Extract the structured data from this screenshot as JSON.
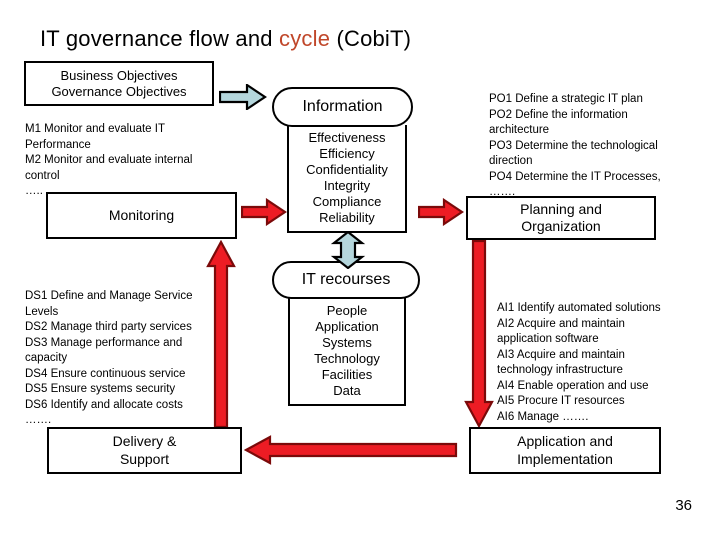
{
  "slide": {
    "title_main": "IT governance flow and ",
    "title_accent": "cycle",
    "title_tail": "  (CobiT)",
    "page_number": "36",
    "accent_color": "#C0472A",
    "arrow_red_fill": "#ED1C24",
    "arrow_red_stroke": "#7B0A0A",
    "arrow_blue_fill": "#B4D6DC",
    "arrow_blue_stroke": "#000000"
  },
  "objectives_box": {
    "line1": "Business Objectives",
    "line2": "Governance Objectives"
  },
  "monitoring": {
    "notes": "M1 Monitor and evaluate IT\nPerformance\nM2 Monitor and evaluate internal\ncontrol\n…..",
    "box_label": "Monitoring"
  },
  "information": {
    "header": "Information",
    "attributes": [
      "Effectiveness",
      "Efficiency",
      "Confidentiality",
      "Integrity",
      "Compliance",
      "Reliability"
    ]
  },
  "it_recourses": {
    "header": "IT recourses",
    "attributes": [
      "People",
      "Application",
      "Systems",
      "Technology",
      "Facilities",
      "Data"
    ]
  },
  "planning": {
    "notes": "PO1 Define a strategic IT plan\nPO2 Define the information\narchitecture\nPO3 Determine the technological\ndirection\nPO4 Determine the IT Processes,\n…….",
    "box_line1": "Planning and",
    "box_line2": "Organization"
  },
  "acquire_implement": {
    "notes": "AI1 Identify automated solutions\nAI2 Acquire and maintain\napplication software\nAI3 Acquire and maintain\ntechnology infrastructure\nAI4 Enable operation and use\nAI5 Procure IT resources\nAI6 Manage …….",
    "box_line1": "Application and",
    "box_line2": "Implementation"
  },
  "delivery_support": {
    "notes": "DS1 Define and Manage Service\nLevels\nDS2 Manage third party services\nDS3 Manage performance and\ncapacity\nDS4 Ensure continuous service\nDS5 Ensure systems security\nDS6 Identify and allocate costs\n…….",
    "box_line1": "Delivery &",
    "box_line2": "Support"
  },
  "arrows": {
    "objectives_to_information": "blue-arrow-right",
    "monitoring_to_information": "red-arrow-right",
    "information_to_planning": "red-arrow-right",
    "information_to_recourses": "blue-double-arrow-vertical",
    "recourses_to_delivery": "red-arrow-left",
    "delivery_to_monitoring": "red-arrow-up",
    "planning_to_implementation": "red-arrow-down",
    "implementation_to_delivery": "red-arrow-left"
  }
}
